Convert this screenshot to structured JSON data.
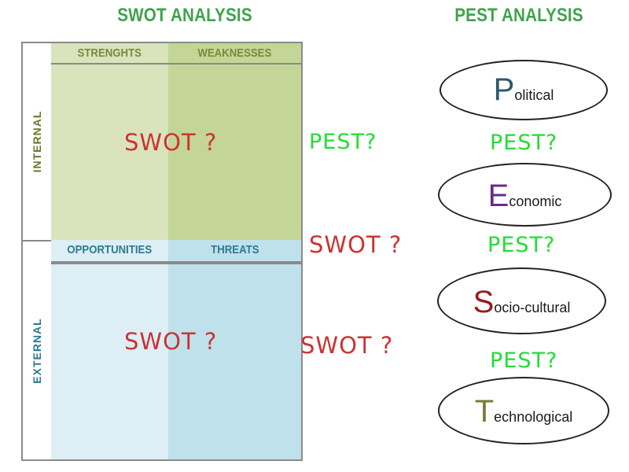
{
  "swot": {
    "title": "SWOT ANALYSIS",
    "internal_label": "INTERNAL",
    "external_label": "EXTERNAL",
    "strengths": "STRENGHTS",
    "weaknesses": "WEAKNESSES",
    "opportunities": "OPPORTUNITIES",
    "threats": "THREATS"
  },
  "pest": {
    "title": "PEST ANALYSIS",
    "items": [
      {
        "initial": "P",
        "rest": "olitical",
        "initial_color": "#2a5b6a"
      },
      {
        "initial": "E",
        "rest": "conomic",
        "initial_color": "#6a2a8a"
      },
      {
        "initial": "S",
        "rest": "ocio-cultural",
        "initial_color": "#9a1a1a"
      },
      {
        "initial": "T",
        "rest": "echnological",
        "initial_color": "#7a7a3a"
      }
    ]
  },
  "overlays": {
    "swot_q_1": "SWOT ?",
    "swot_q_2": "SWOT ?",
    "swot_q_3": "SWOT ?",
    "swot_q_4": "SWOT ?",
    "pest_q_1": "PEST?",
    "pest_q_2": "PEST?",
    "pest_q_3": "PEST?",
    "pest_q_4": "PEST?"
  },
  "colors": {
    "title_green": "#3fa34d",
    "strengths_bg": "#d9e4bd",
    "weaknesses_bg": "#c3d697",
    "opportunities_bg": "#ddeef5",
    "threats_bg": "#bfe1ec",
    "internal_text": "#6b7a2a",
    "external_text": "#2a7a90"
  }
}
